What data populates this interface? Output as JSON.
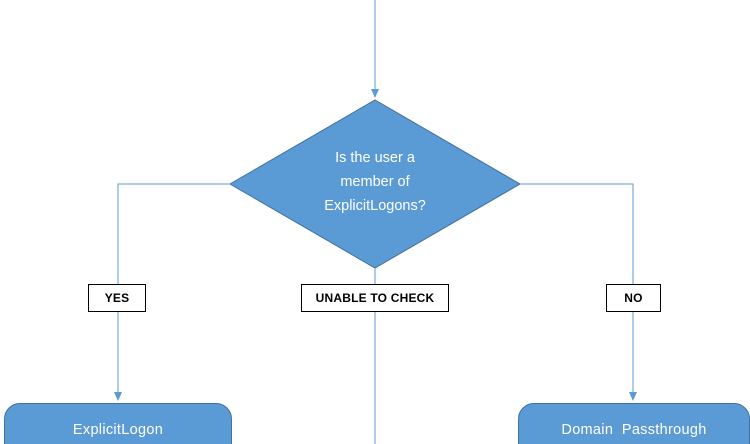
{
  "colors": {
    "shape_fill": "#5b9bd5",
    "shape_stroke": "#41719c",
    "connector": "#5b9bd5",
    "label_border": "#000000"
  },
  "decision": {
    "lines": [
      "Is the user a",
      "member of",
      "ExplicitLogons?"
    ]
  },
  "branches": {
    "yes": "YES",
    "unable": "UNABLE TO CHECK",
    "no": "NO"
  },
  "outcomes": {
    "left": "ExplicitLogon",
    "right": "Domain  Passthrough"
  }
}
